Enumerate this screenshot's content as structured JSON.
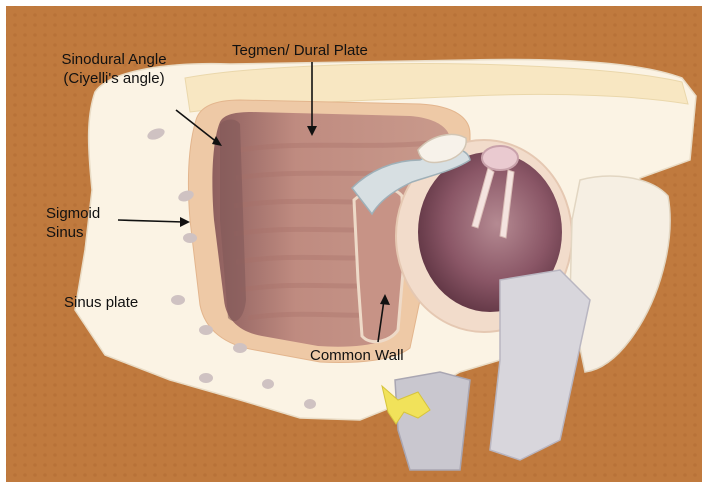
{
  "figure": {
    "labels": {
      "sinodural_angle_line1": "Sinodural Angle",
      "sinodural_angle_line2": "(Ciyelli's angle)",
      "tegmen": "Tegmen/ Dural Plate",
      "sigmoid_line1": "Sigmoid",
      "sigmoid_line2": "Sinus",
      "sinus_plate": "Sinus plate",
      "common_wall": "Common Wall"
    },
    "colors": {
      "background": "#c07a3e",
      "bone": "#fbf3e4",
      "cavity_rim": "#eec9a6",
      "cavity": "#b97c72",
      "cavity_dark": "#8a5a5a",
      "canal_rim": "#f2dccb",
      "canal_inner": "#7a4a57",
      "cells": "#cfc2c2",
      "facial_nerve": "#f1e25a",
      "vessel": "#cfcdd4"
    }
  }
}
